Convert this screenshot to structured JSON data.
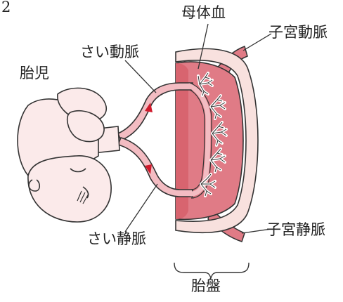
{
  "figure_number": "2",
  "labels": {
    "maternal_blood": "母体血",
    "uterine_artery": "子宮動脈",
    "umbilical_artery": "さい動脈",
    "fetus": "胎児",
    "umbilical_vein": "さい静脈",
    "uterine_vein": "子宮静脈",
    "placenta": "胎盤"
  },
  "colors": {
    "fetus_skin": "#fbeaea",
    "cord": "#f3bcc2",
    "maternal_blood": "#e07b86",
    "uterus_wall": "#f8e1de",
    "villi": "#ffffff",
    "flow_arrow": "#d0192b",
    "outline": "#333333"
  }
}
